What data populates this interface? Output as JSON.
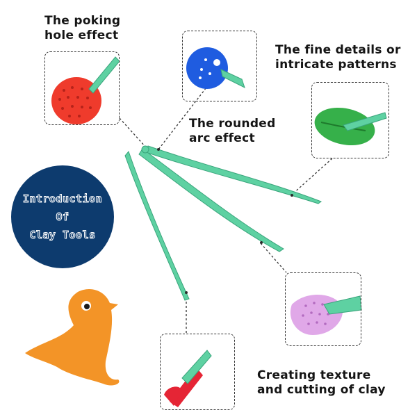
{
  "labels": {
    "poking": [
      "The poking",
      "hole effect"
    ],
    "details": [
      "The fine details or",
      "intricate patterns"
    ],
    "arc": [
      "The rounded",
      "arc effect"
    ],
    "texture": [
      "Creating texture",
      "and cutting of clay"
    ]
  },
  "circle": {
    "lines": [
      "Introduction",
      "Of",
      "Clay Tools"
    ]
  },
  "colors": {
    "tool": "#5ed1a2",
    "circle": "#0d3b6e",
    "bird": "#f39427",
    "ball_red": "#ef3b2c",
    "ball_blue": "#1f5ce0",
    "leaf": "#36b04a",
    "pad": "#e0a8e8"
  }
}
